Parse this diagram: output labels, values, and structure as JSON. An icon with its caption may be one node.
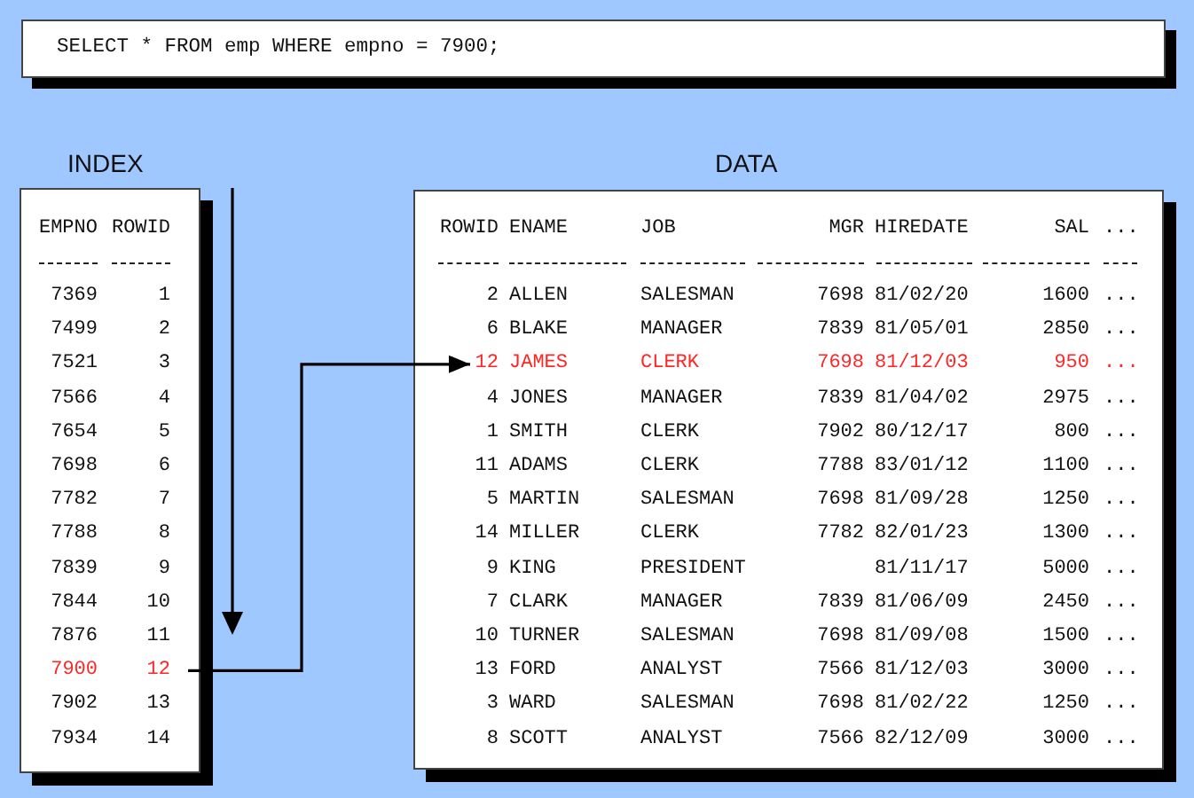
{
  "diagram": {
    "nodes": [
      {
        "text": [
          "SELECT * FROM emp WHERE empno = 7900;"
        ]
      },
      {
        "text": [
          "INDEX"
        ]
      },
      {
        "text": [
          "7900",
          "12"
        ],
        "in": 1
      },
      {
        "text": [
          "DATA"
        ]
      },
      {
        "text": [
          "12",
          "JAMES",
          "CLERK",
          "7698",
          "81/12/03",
          "950",
          "..."
        ],
        "in": 3
      }
    ],
    "edges": [
      {
        "from": 2,
        "to": 4,
        "arrow": "to"
      }
    ],
    "labels": [
      "EMPNO",
      "ROWID",
      "7369",
      "1",
      "7499",
      "2",
      "7521",
      "3",
      "7566",
      "4",
      "7654",
      "5",
      "7698",
      "6",
      "7782",
      "7",
      "7788",
      "8",
      "7839",
      "9",
      "7844",
      "10",
      "7876",
      "11",
      "7902",
      "13",
      "7934",
      "14",
      "ROWID",
      "ENAME",
      "JOB",
      "MGR",
      "HIREDATE",
      "SAL",
      "...",
      "2",
      "ALLEN",
      "SALESMAN",
      "7698",
      "81/02/20",
      "1600",
      "...",
      "6",
      "BLAKE",
      "MANAGER",
      "7839",
      "81/05/01",
      "2850",
      "...",
      "4",
      "JONES",
      "MANAGER",
      "7839",
      "81/04/02",
      "2975",
      "...",
      "1",
      "SMITH",
      "CLERK",
      "7902",
      "80/12/17",
      "800",
      "...",
      "11",
      "ADAMS",
      "CLERK",
      "7788",
      "83/01/12",
      "1100",
      "...",
      "5",
      "MARTIN",
      "SALESMAN",
      "7698",
      "81/09/28",
      "1250",
      "...",
      "14",
      "MILLER",
      "CLERK",
      "7782",
      "82/01/23",
      "1300",
      "...",
      "9",
      "KING",
      "PRESIDENT",
      "81/11/17",
      "5000",
      "...",
      "7",
      "CLARK",
      "MANAGER",
      "7839",
      "81/06/09",
      "2450",
      "...",
      "10",
      "TURNER",
      "SALESMAN",
      "7698",
      "81/09/08",
      "1500",
      "...",
      "13",
      "FORD",
      "ANALYST",
      "7566",
      "81/12/03",
      "3000",
      "...",
      "3",
      "WARD",
      "SALESMAN",
      "7698",
      "81/02/22",
      "1250",
      "...",
      "8",
      "SCOTT",
      "ANALYST",
      "7566",
      "82/12/09",
      "3000",
      "..."
    ]
  }
}
